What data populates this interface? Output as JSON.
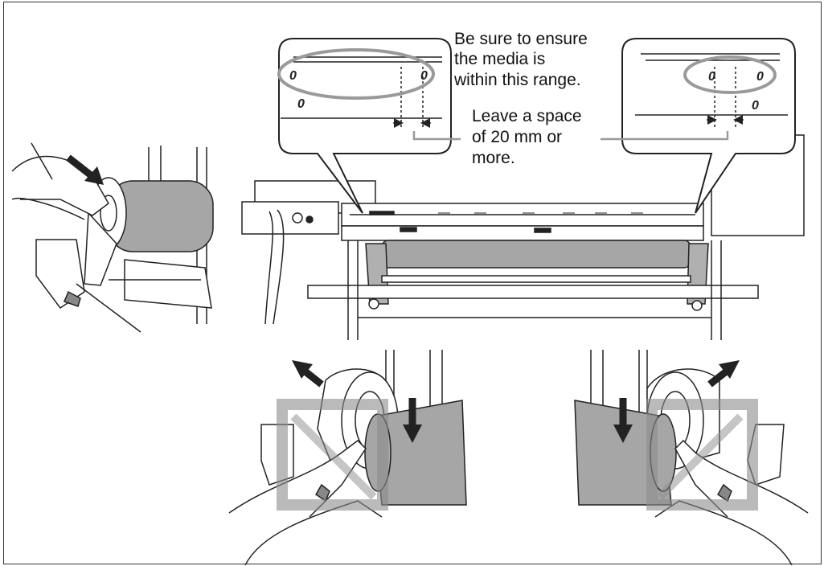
{
  "callouts": {
    "range_note": [
      "Be sure to ensure",
      "the media is",
      "within this range."
    ],
    "space_note": [
      "Leave a space",
      "of 20 mm or",
      "more."
    ]
  },
  "colors": {
    "media": "#a6a6a6",
    "highlight_ellipse": "#9a9a9a",
    "outline": "#222222",
    "panel_overlay": "#8c8c8c"
  },
  "icons": {
    "push_arrow": "arrow-right-down",
    "pull_arrow_left": "arrow-up-left",
    "pull_arrow_right": "arrow-up-right",
    "down_arrow": "arrow-down"
  }
}
